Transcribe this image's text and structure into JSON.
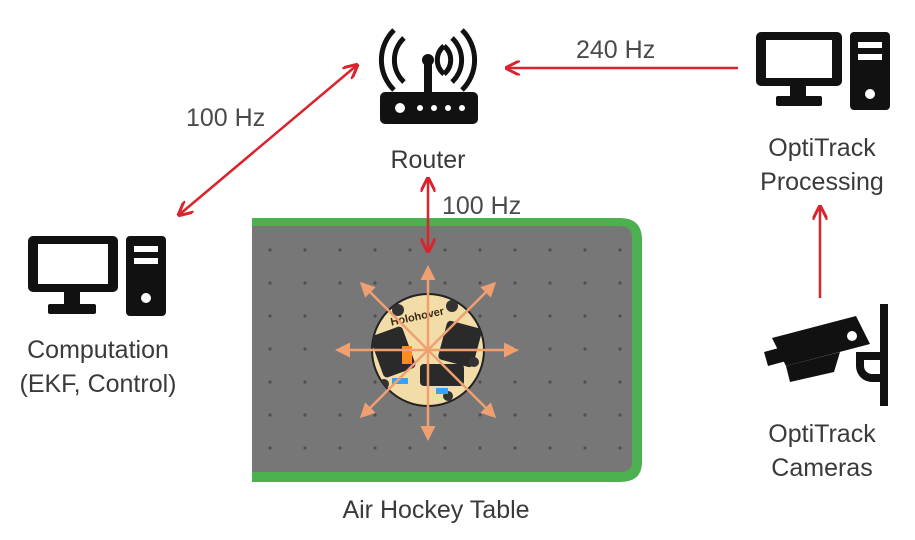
{
  "nodes": {
    "router": "Router",
    "computation_line1": "Computation",
    "computation_line2": "(EKF, Control)",
    "optitrack_processing_line1": "OptiTrack",
    "optitrack_processing_line2": "Processing",
    "optitrack_cameras_line1": "OptiTrack",
    "optitrack_cameras_line2": "Cameras",
    "table": "Air Hockey Table",
    "robot_label": "Holohover"
  },
  "links": {
    "computation_router": "100 Hz",
    "processing_router": "240 Hz",
    "router_table": "100 Hz"
  },
  "colors": {
    "arrow_red": "#d9232d",
    "thrust_orange": "#f0a070",
    "table_green": "#4caf50",
    "table_gray": "#777777",
    "icon_black": "#111111"
  }
}
